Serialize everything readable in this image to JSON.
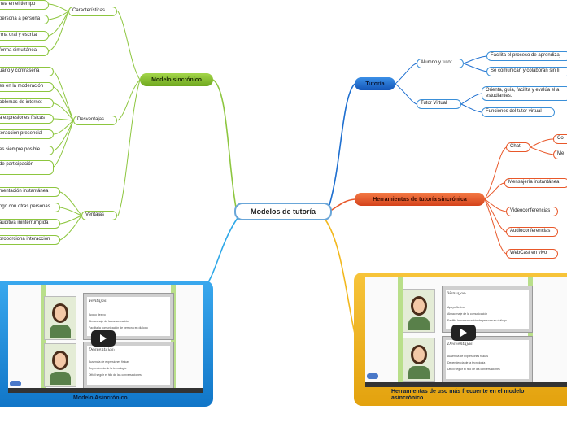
{
  "central": "Modelos de tutoría",
  "sync_model": {
    "label": "Modelo sincrónico",
    "caracteristicas": {
      "label": "Características",
      "items": [
        "nea en el tiempo",
        "persona a persona",
        "rma oral y escrita",
        "forma simultánea"
      ]
    },
    "desventajas": {
      "label": "Desventajas",
      "items": [
        "uario y contraseña",
        "es en la moderación",
        "oblemas de internet",
        "a expresiones físicas",
        "teracción presencial",
        "es siempre posible",
        "de participación"
      ]
    },
    "ventajas": {
      "label": "Ventajas",
      "items": [
        "mentación instantánea",
        "ogo con otras personas",
        "auditiva ininterrumpida",
        "proporciona interacción"
      ]
    }
  },
  "tutoria": {
    "label": "Tutoría",
    "alumno": {
      "label": "Alumno y tutor",
      "items": [
        "Facilita el proceso de aprendizaj",
        "Se comunican y colaboran sin lí"
      ]
    },
    "virtual": {
      "label": "Tutor Virtual",
      "items": [
        "Orienta, guía, facilita y evalúa el a estudiantes.",
        "Funciones del tutor virtual"
      ]
    }
  },
  "herramientas": {
    "label": "Herramientas de tutoría sincrónica",
    "chat": {
      "label": "Chat",
      "items": [
        "Co",
        "Me"
      ]
    },
    "items": [
      "Mensajería instantánea",
      "Videoconferencias",
      "Audioconferencias",
      "WebCast en vivo"
    ]
  },
  "video_left": {
    "caption": "Modelo Asincrónico",
    "ventajas_title": "Ventajas:",
    "ventajas_lines": [
      "Apoyo flexivo",
      "Almacenaje de la comunicación",
      "Facilita la comunicación de persona en diálogo"
    ],
    "desventajas_title": "Desventajas:",
    "desventajas_lines": [
      "Ausencia de expresiones físicas",
      "Dependencia de la tecnología",
      "Difícil seguir el hilo de las conversaciones"
    ]
  },
  "video_right": {
    "caption": "Herramientas de uso más frecuente en el modelo asincrónico",
    "ventajas_title": "Ventajas:",
    "ventajas_lines": [
      "Apoyo flexivo",
      "Almacenaje de la comunicación",
      "Facilita la comunicación de persona en diálogo"
    ],
    "desventajas_title": "Desventajas:",
    "desventajas_lines": [
      "Ausencia de expresiones físicas",
      "Dependencia de la tecnología",
      "Difícil seguir el hilo de las conversaciones"
    ]
  },
  "colors": {
    "green": "#8dc63f",
    "blue": "#1e6fd0",
    "red": "#e8582a",
    "yellow": "#f2b81e",
    "lightblue": "#2ea8e8"
  }
}
